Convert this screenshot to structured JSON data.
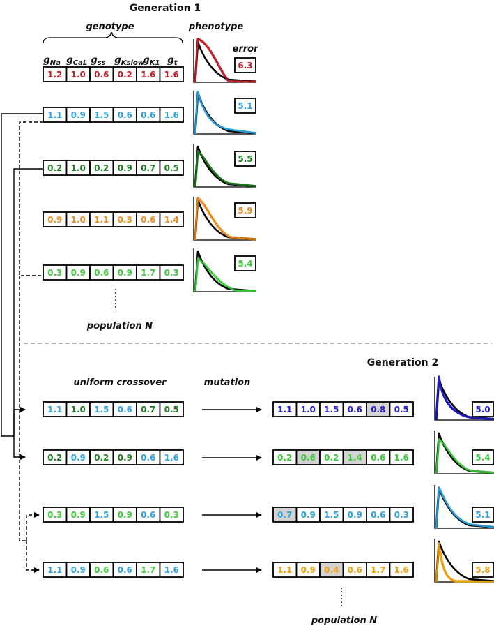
{
  "gen1_title": "Generation 1",
  "gen2_title": "Generation 2",
  "genotype_label": "genotype",
  "phenotype_label": "phenotype",
  "error_label": "error",
  "population_label_1": "population N",
  "population_label_2": "population N",
  "crossover_label": "uniform crossover",
  "mutation_label": "mutation",
  "gene_headers": [
    {
      "sym": "g",
      "sub": "Na"
    },
    {
      "sym": "g",
      "sub": "CaL"
    },
    {
      "sym": "g",
      "sub": "ss"
    },
    {
      "sym": "g",
      "sub": "Kslow"
    },
    {
      "sym": "g",
      "sub": "K1"
    },
    {
      "sym": "g",
      "sub": "t"
    }
  ],
  "colors": {
    "red": "#c0212b",
    "blue": "#2ea3e0",
    "darkgreen": "#1e7a1e",
    "orange": "#f08c1e",
    "green": "#3ccc3c",
    "navy": "#1f1fc8",
    "amber": "#f0a010",
    "highlight": "#d3d3d3"
  },
  "gen1": [
    {
      "values": [
        "1.2",
        "1.0",
        "0.6",
        "0.2",
        "1.6",
        "1.6"
      ],
      "colors": [
        "red",
        "red",
        "red",
        "red",
        "red",
        "red"
      ],
      "error": "6.3",
      "error_color": "red",
      "trace_color": "red"
    },
    {
      "values": [
        "1.1",
        "0.9",
        "1.5",
        "0.6",
        "0.6",
        "1.6"
      ],
      "colors": [
        "blue",
        "blue",
        "blue",
        "blue",
        "blue",
        "blue"
      ],
      "error": "5.1",
      "error_color": "blue",
      "trace_color": "blue"
    },
    {
      "values": [
        "0.2",
        "1.0",
        "0.2",
        "0.9",
        "0.7",
        "0.5"
      ],
      "colors": [
        "darkgreen",
        "darkgreen",
        "darkgreen",
        "darkgreen",
        "darkgreen",
        "darkgreen"
      ],
      "error": "5.5",
      "error_color": "darkgreen",
      "trace_color": "darkgreen"
    },
    {
      "values": [
        "0.9",
        "1.0",
        "1.1",
        "0.3",
        "0.6",
        "1.4"
      ],
      "colors": [
        "orange",
        "orange",
        "orange",
        "orange",
        "orange",
        "orange"
      ],
      "error": "5.9",
      "error_color": "orange",
      "trace_color": "orange"
    },
    {
      "values": [
        "0.3",
        "0.9",
        "0.6",
        "0.9",
        "1.7",
        "0.3"
      ],
      "colors": [
        "green",
        "green",
        "green",
        "green",
        "green",
        "green"
      ],
      "error": "5.4",
      "error_color": "green",
      "trace_color": "green"
    }
  ],
  "crossover": [
    {
      "values": [
        "1.1",
        "1.0",
        "1.5",
        "0.6",
        "0.7",
        "0.5"
      ],
      "colors": [
        "blue",
        "darkgreen",
        "blue",
        "blue",
        "darkgreen",
        "darkgreen"
      ]
    },
    {
      "values": [
        "0.2",
        "0.9",
        "0.2",
        "0.9",
        "0.6",
        "1.6"
      ],
      "colors": [
        "darkgreen",
        "blue",
        "darkgreen",
        "darkgreen",
        "blue",
        "blue"
      ]
    },
    {
      "values": [
        "0.3",
        "0.9",
        "1.5",
        "0.9",
        "0.6",
        "0.3"
      ],
      "colors": [
        "green",
        "green",
        "blue",
        "green",
        "blue",
        "green"
      ]
    },
    {
      "values": [
        "1.1",
        "0.9",
        "0.6",
        "0.6",
        "1.7",
        "1.6"
      ],
      "colors": [
        "blue",
        "blue",
        "green",
        "blue",
        "green",
        "blue"
      ]
    }
  ],
  "gen2": [
    {
      "values": [
        "1.1",
        "1.0",
        "1.5",
        "0.6",
        "0.8",
        "0.5"
      ],
      "color": "navy",
      "highlight": [
        4
      ],
      "error": "5.0"
    },
    {
      "values": [
        "0.2",
        "0.6",
        "0.2",
        "1.4",
        "0.6",
        "1.6"
      ],
      "color": "green",
      "highlight": [
        1,
        3
      ],
      "error": "5.4"
    },
    {
      "values": [
        "0.7",
        "0.9",
        "1.5",
        "0.9",
        "0.6",
        "0.3"
      ],
      "color": "blue",
      "highlight": [
        0
      ],
      "error": "5.1"
    },
    {
      "values": [
        "1.1",
        "0.9",
        "0.4",
        "0.6",
        "1.7",
        "1.6"
      ],
      "color": "amber",
      "highlight": [
        2
      ],
      "error": "5.8"
    }
  ]
}
